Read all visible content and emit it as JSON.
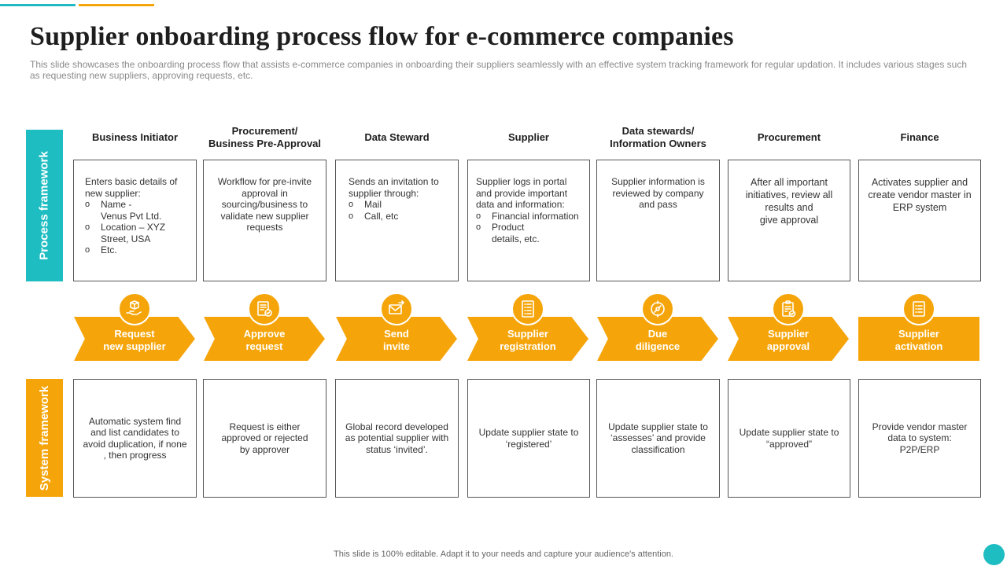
{
  "title": "Supplier onboarding process flow for e-commerce  companies",
  "subtitle": "This slide showcases the onboarding process flow that assists e-commerce companies in onboarding their suppliers seamlessly with an effective  system tracking framework for regular updation. It includes various stages such as requesting new suppliers, approving requests, etc.",
  "side_labels": {
    "process": "Process framework",
    "system": "System framework"
  },
  "columns": [
    {
      "header": "Business  Initiator"
    },
    {
      "header": "Procurement/\nBusiness  Pre-Approval"
    },
    {
      "header": "Data Steward"
    },
    {
      "header": "Supplier"
    },
    {
      "header": "Data stewards/\nInformation Owners"
    },
    {
      "header": "Procurement"
    },
    {
      "header": "Finance"
    }
  ],
  "process": {
    "c0": {
      "intro": "Enters basic details of new supplier:",
      "items": [
        "Name -\nVenus Pvt Ltd.",
        "Location – XYZ Street, USA",
        "Etc."
      ]
    },
    "c1": {
      "text": "Workflow for pre-invite approval in sourcing/business to validate new supplier requests"
    },
    "c2": {
      "intro": "Sends an invitation to supplier through:",
      "items": [
        "Mail",
        "Call, etc"
      ]
    },
    "c3": {
      "intro": "Supplier logs in portal and provide important data and information:",
      "items": [
        "Financial information",
        "Product\ndetails, etc."
      ]
    },
    "c4": {
      "text": "Supplier information is reviewed by company and pass"
    },
    "c5": {
      "text": "After all important initiatives,  review  all results and\ngive  approval"
    },
    "c6": {
      "text": "Activates supplier and create vendor master in\nERP system"
    }
  },
  "stages": [
    {
      "label": "Request\nnew supplier",
      "icon": "hand-box-icon"
    },
    {
      "label": "Approve\nrequest",
      "icon": "approve-document-icon"
    },
    {
      "label": "Send\ninvite",
      "icon": "send-envelope-icon"
    },
    {
      "label": "Supplier\nregistration",
      "icon": "registration-form-icon"
    },
    {
      "label": "Due\ndiligence",
      "icon": "due-diligence-icon"
    },
    {
      "label": "Supplier\napproval",
      "icon": "clipboard-check-icon"
    },
    {
      "label": "Supplier\nactivation",
      "icon": "checklist-icon"
    }
  ],
  "system": [
    "Automatic system find and list candidates to avoid duplication, if none , then progress",
    "Request is either approved or rejected by approver",
    "Global record developed as potential supplier with status ‘invited’.",
    "Update supplier state to ‘registered’",
    "Update supplier state to ‘assesses’ and provide classification",
    "Update supplier state to “approved”",
    "Provide vendor master data to system: P2P/ERP"
  ],
  "footer": "This slide is 100% editable.  Adapt it to your needs and capture your audience's attention.",
  "colors": {
    "accent_orange": "#f5a50a",
    "accent_teal": "#1ebdc2"
  }
}
